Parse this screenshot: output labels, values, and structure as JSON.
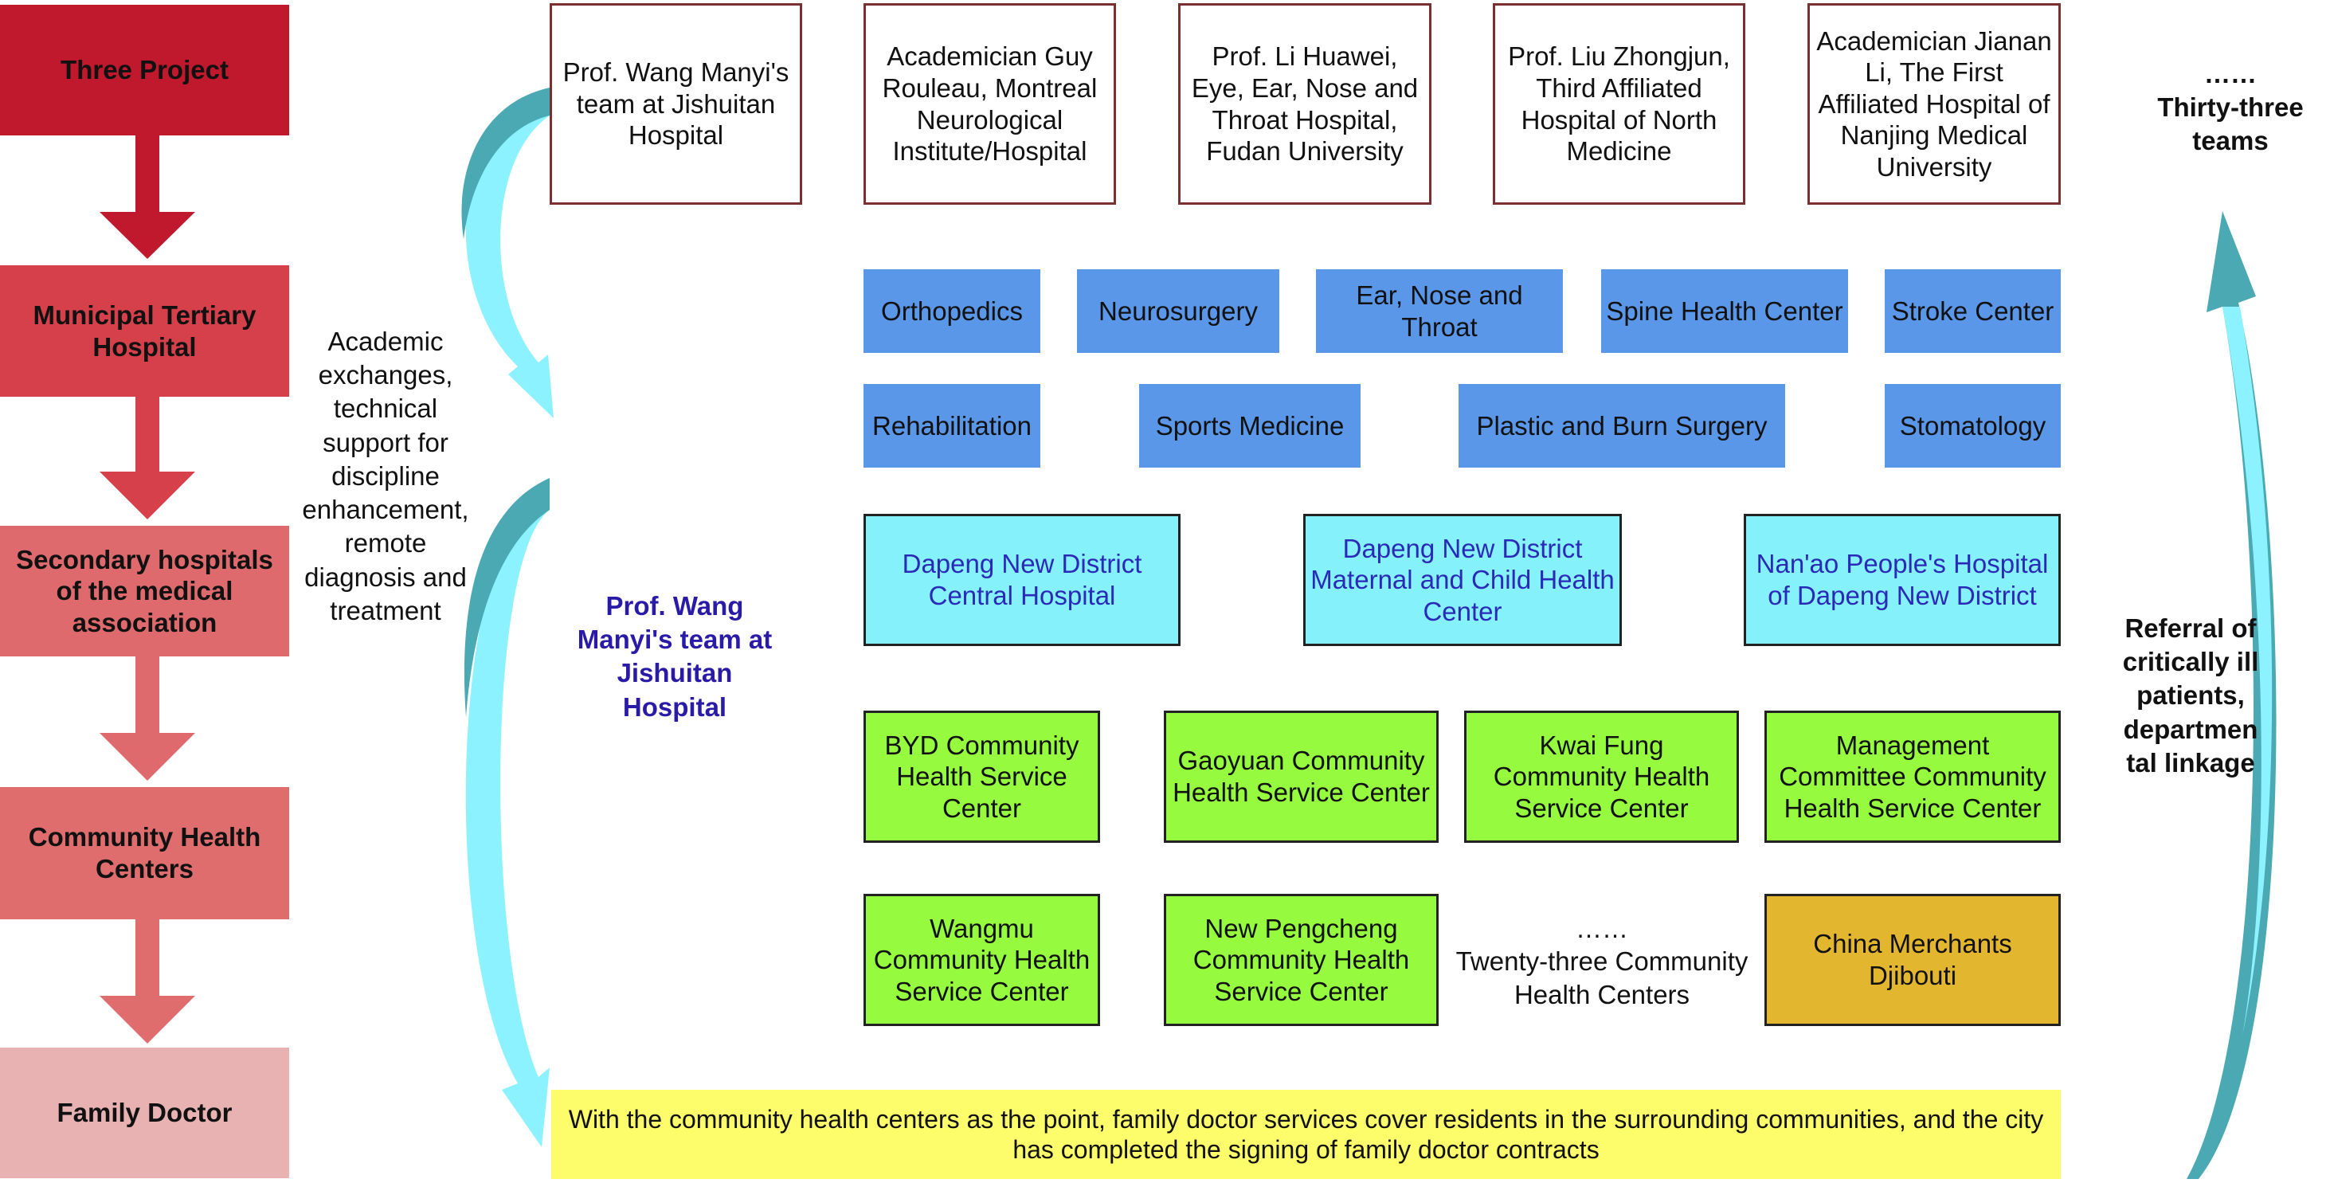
{
  "colors": {
    "level_1": "#c0182d",
    "level_2": "#d6404b",
    "level_3": "#df6a6d",
    "level_4": "#df6d6e",
    "level_5": "#e8b2b3",
    "department": "#5a97e8",
    "district_hospital": "#85f1fb",
    "community_center": "#96fa3e",
    "djibouti": "#e3b630",
    "banner": "#fdfc6a",
    "team_text": "#2a1aa8",
    "curved_arrow_light": "#8cf2ff",
    "curved_arrow_dark": "#4aa9b3"
  },
  "hierarchy": {
    "levels": [
      "Three Project",
      "Municipal Tertiary Hospital",
      "Secondary hospitals of the medical association",
      "Community Health Centers",
      "Family Doctor"
    ]
  },
  "left_annotation": "Academic exchanges, technical support for discipline enhancement, remote diagnosis and treatment",
  "center_team": "Prof. Wang Manyi's team at Jishuitan Hospital",
  "teams": [
    "Prof. Wang Manyi's team at Jishuitan Hospital",
    "Academician Guy Rouleau, Montreal Neurological Institute/Hospital",
    "Prof. Li Huawei, Eye, Ear, Nose and Throat Hospital, Fudan University",
    "Prof. Liu Zhongjun, Third Affiliated Hospital of North Medicine",
    "Academician Jianan Li, The First Affiliated Hospital of Nanjing Medical University"
  ],
  "teams_more": {
    "ellipsis": "……",
    "label": "Thirty-three teams"
  },
  "departments_row1": [
    "Orthopedics",
    "Neurosurgery",
    "Ear, Nose and Throat",
    "Spine Health Center",
    "Stroke Center"
  ],
  "departments_row2": [
    "Rehabilitation",
    "Sports Medicine",
    "Plastic and Burn Surgery",
    "Stomatology"
  ],
  "district_hospitals": [
    "Dapeng New District Central Hospital",
    "Dapeng New District Maternal and Child Health Center",
    "Nan'ao People's Hospital of Dapeng New District"
  ],
  "communities_row1": [
    "BYD Community Health Service Center",
    "Gaoyuan Community Health Service Center",
    "Kwai Fung Community Health Service Center",
    "Management Committee Community Health Service Center"
  ],
  "communities_row2": [
    "Wangmu Community Health Service Center",
    "New Pengcheng Community Health Service Center"
  ],
  "communities_more": {
    "ellipsis": "……",
    "label": "Twenty-three Community Health Centers"
  },
  "overseas": "China Merchants Djibouti",
  "right_annotation": "Referral of critically ill patients, departmen tal linkage",
  "banner": "With the community health centers as the point, family doctor services cover residents in the surrounding communities, and the city has completed the signing of family doctor contracts"
}
